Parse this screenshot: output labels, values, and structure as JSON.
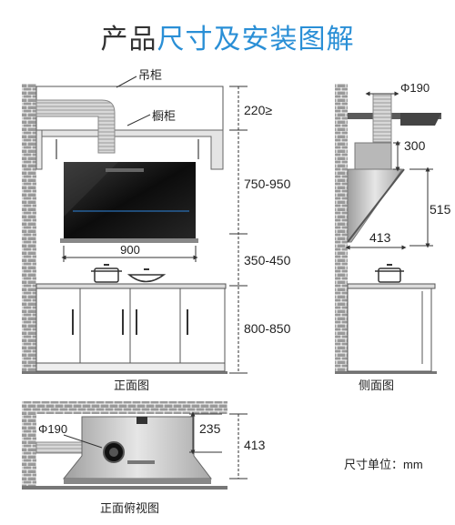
{
  "title": {
    "part1": "产品",
    "part2": "尺寸及安装图解"
  },
  "colors": {
    "title_dark": "#333333",
    "title_blue": "#2a8fd6",
    "brick": "#8c8c8c",
    "glass": "#111111",
    "steel": "#c8c8c8"
  },
  "front_view": {
    "caption": "正面图",
    "callout_wall_cabinet": "吊柜",
    "callout_cabinet": "橱柜",
    "width_label": "900",
    "dims": [
      "220≥",
      "750-950",
      "350-450",
      "800-850"
    ]
  },
  "side_view": {
    "caption": "侧面图",
    "duct_dia": "Φ190",
    "dims": [
      "300",
      "515",
      "413"
    ]
  },
  "top_view": {
    "caption": "正面俯视图",
    "duct_dia": "Φ190",
    "dims": [
      "235",
      "413"
    ]
  },
  "unit_note": "尺寸单位：mm"
}
